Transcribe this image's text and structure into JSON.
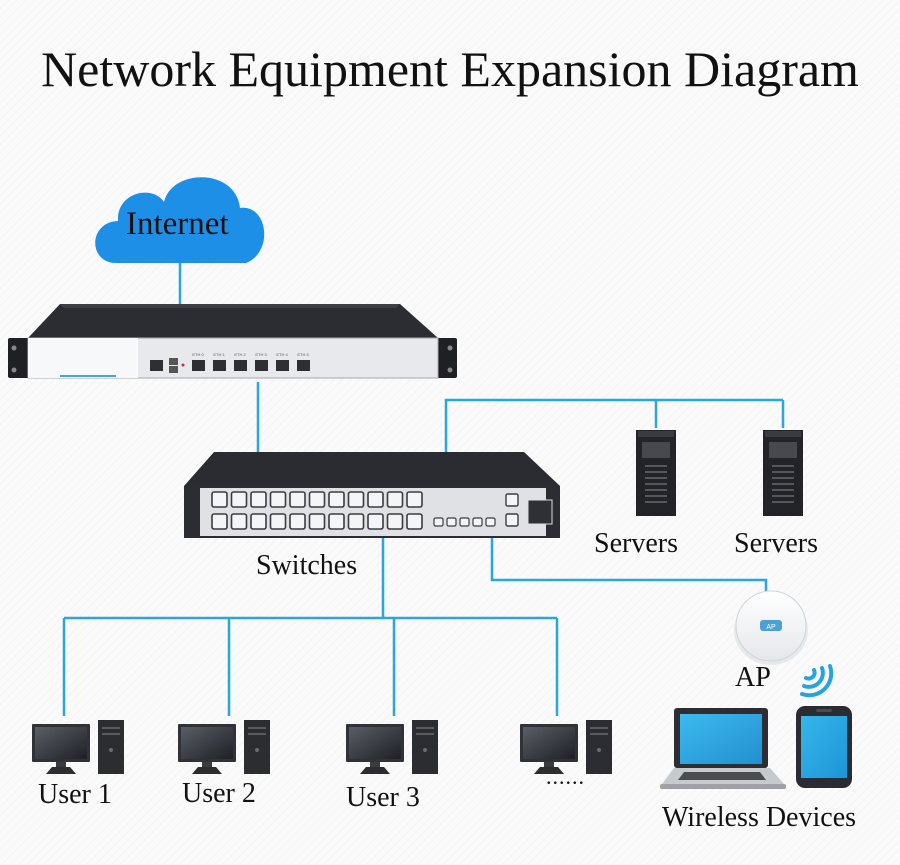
{
  "title": "Network Equipment Expansion Diagram",
  "cloud": {
    "label": "Internet"
  },
  "router": {
    "ports": [
      "ETH 0",
      "ETH 1",
      "ETH 2",
      "ETH 3",
      "ETH 4",
      "ETH 5"
    ]
  },
  "switch": {
    "label": "Switches"
  },
  "servers": [
    {
      "label": "Servers"
    },
    {
      "label": "Servers"
    }
  ],
  "ap": {
    "label": "AP",
    "badge": "AP"
  },
  "users": [
    {
      "label": "User 1"
    },
    {
      "label": "User 2"
    },
    {
      "label": "User 3"
    },
    {
      "label": "......"
    }
  ],
  "wireless": {
    "label": "Wireless Devices"
  },
  "colors": {
    "link": "#2aa6d8",
    "cloud": "#1e8fe6",
    "device_dark": "#2a2c31",
    "screen": "#3a3d44"
  }
}
